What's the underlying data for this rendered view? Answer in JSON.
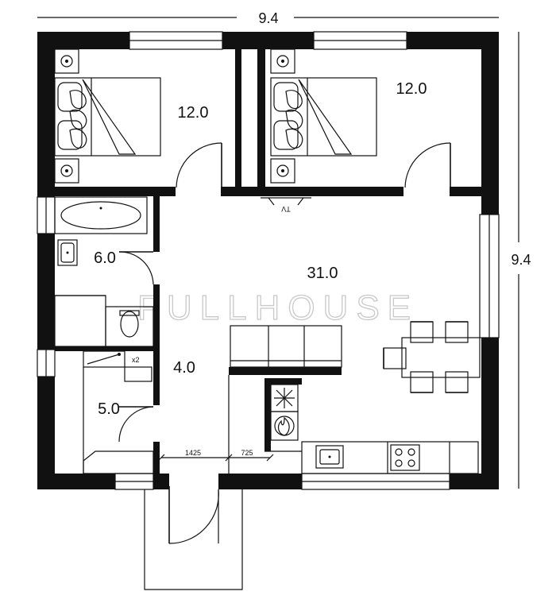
{
  "dimensions": {
    "width": "9.4",
    "height": "9.4"
  },
  "rooms": {
    "bedroom_left": "12.0",
    "bedroom_right": "12.0",
    "bathroom": "6.0",
    "living": "31.0",
    "hall": "4.0",
    "wc": "5.0"
  },
  "measurements": {
    "hall_width": "1425",
    "closet_width": "725"
  },
  "labels": {
    "tv": "TV",
    "x2": "x2"
  },
  "watermark": "FULLHOUSE",
  "colors": {
    "wall": "#111111",
    "watermark": "#c9c9c9"
  },
  "icons": [
    "bed-icon",
    "nightstand-icon",
    "bathtub-icon",
    "sink-icon",
    "toilet-icon",
    "shower-icon",
    "sofa-icon",
    "chair-icon",
    "table-icon",
    "fridge-icon",
    "stove-icon",
    "cooktop-icon",
    "door-icon"
  ]
}
